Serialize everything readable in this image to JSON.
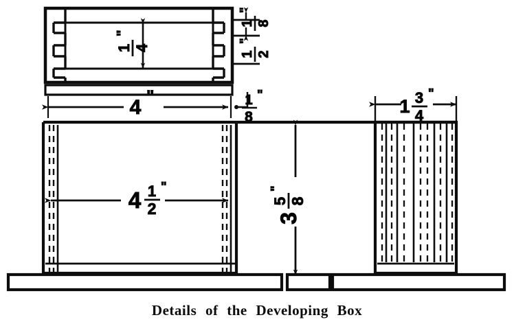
{
  "figure": {
    "caption": "Details of the Developing Box",
    "ink_color": "#0d0d0d",
    "paper_color": "#ffffff"
  },
  "dimensions": {
    "lid_thickness": {
      "whole": "",
      "num": "1",
      "den": "4",
      "inch": "\"",
      "full": "1/4\"",
      "orientation": "vertical",
      "role": "inner-lid-height"
    },
    "lid_right_upper": {
      "whole": "",
      "num": "1",
      "den": "8",
      "inch": "\"",
      "full": "1/8\"",
      "orientation": "vertical",
      "role": "top-rail-thickness"
    },
    "lid_right_lower": {
      "whole": "",
      "num": "1",
      "den": "2",
      "inch": "\"",
      "full": "1/2\"",
      "orientation": "vertical",
      "role": "side-rail-width"
    },
    "lid_width": {
      "whole": "4",
      "num": "",
      "den": "",
      "inch": "\"",
      "full": "4\"",
      "orientation": "horizontal",
      "role": "lid-overall-width"
    },
    "wall_thickness": {
      "whole": "",
      "num": "1",
      "den": "8",
      "inch": "\"",
      "full": "1/8\"",
      "orientation": "leader",
      "role": "wall-thickness"
    },
    "box_width": {
      "whole": "4",
      "num": "1",
      "den": "2",
      "inch": "\"",
      "full": "4 1/2\"",
      "orientation": "horizontal",
      "role": "box-inside-width"
    },
    "box_height": {
      "whole": "3",
      "num": "5",
      "den": "8",
      "inch": "\"",
      "full": "3 5/8\"",
      "orientation": "vertical",
      "role": "box-overall-height"
    },
    "block_width": {
      "whole": "1",
      "num": "3",
      "den": "4",
      "inch": "\"",
      "full": "1 3/4\"",
      "orientation": "horizontal",
      "role": "right-block-width"
    }
  },
  "parts": {
    "top_assembly": "lid-cross-section",
    "main_box": "developing-box-body",
    "right_block": "film-carrier-block",
    "base_board": "base-board"
  }
}
